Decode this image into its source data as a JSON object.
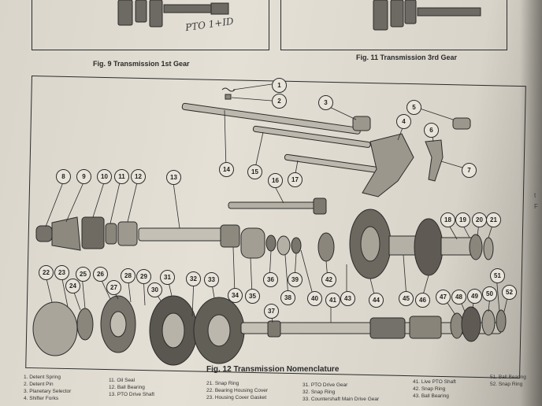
{
  "figures": {
    "fig9": "Fig. 9  Transmission 1st Gear",
    "fig11": "Fig. 11  Transmission 3rd Gear",
    "fig12": "Fig. 12  Transmission Nomenclature"
  },
  "handwritten_note": "PTO 1+ID",
  "callouts": [
    "1",
    "2",
    "3",
    "4",
    "5",
    "6",
    "7",
    "8",
    "9",
    "10",
    "11",
    "12",
    "13",
    "14",
    "15",
    "16",
    "17",
    "18",
    "19",
    "20",
    "21",
    "22",
    "23",
    "24",
    "25",
    "26",
    "27",
    "28",
    "29",
    "30",
    "31",
    "32",
    "33",
    "34",
    "35",
    "36",
    "37",
    "38",
    "39",
    "40",
    "41",
    "42",
    "43",
    "44",
    "45",
    "46",
    "47",
    "48",
    "49",
    "50",
    "51",
    "52"
  ],
  "legend": {
    "col1": [
      "1. Detent Spring",
      "2. Detent Pin",
      "3. Planetary Selector",
      "4. Shifter Forks"
    ],
    "col2": [
      "11. Oil Seal",
      "12. Ball Bearing",
      "13. PTO Drive Shaft"
    ],
    "col3": [
      "21. Snap Ring",
      "22. Bearing Housing Cover",
      "23. Housing Cover Gasket"
    ],
    "col4": [
      "31. PTO Drive Gear",
      "32. Snap Ring",
      "33. Countershaft Main Drive Gear"
    ],
    "col5": [
      "41. Live PTO Shaft",
      "42. Snap Ring",
      "43. Ball Bearing"
    ],
    "col6": [
      "51. Ball Bearing",
      "52. Snap Ring"
    ]
  },
  "edge_marks": [
    "t",
    "F"
  ]
}
